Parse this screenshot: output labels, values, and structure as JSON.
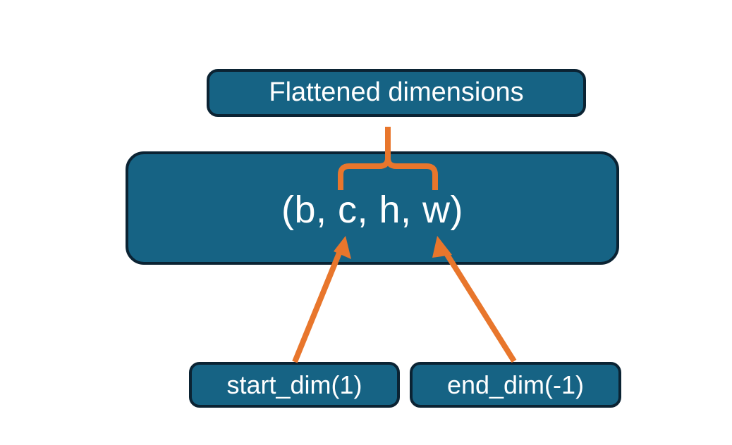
{
  "diagram": {
    "title_node": {
      "label": "Flattened dimensions",
      "name": "flattened-dimensions-box"
    },
    "shape_node": {
      "label": "(b, c, h, w)",
      "name": "tensor-shape-box"
    },
    "start_node": {
      "label": "start_dim(1)",
      "name": "start-dim-box"
    },
    "end_node": {
      "label": "end_dim(-1)",
      "name": "end-dim-box"
    },
    "connectors": {
      "brace": "curly-brace-connector",
      "brace_stem": "brace-stem-connector",
      "start_arrow": "start-dim-arrow",
      "end_arrow": "end-dim-arrow"
    },
    "colors": {
      "box_fill": "#166384",
      "box_border": "#0b2333",
      "accent_orange": "#e8762c",
      "text": "#ffffff",
      "background": "#ffffff"
    }
  }
}
